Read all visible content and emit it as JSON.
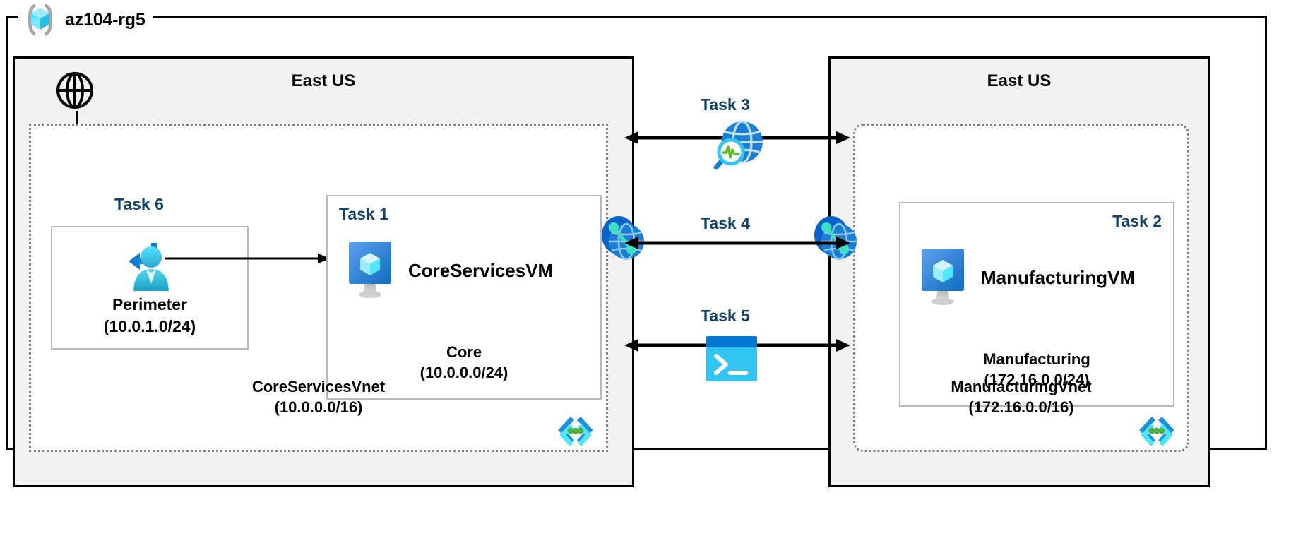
{
  "diagram": {
    "resource_group": {
      "name": "az104-rg5",
      "icon": "resource-group-cube-icon"
    },
    "regions": [
      {
        "id": "left",
        "title": "East US"
      },
      {
        "id": "right",
        "title": "East US"
      }
    ],
    "vnets": [
      {
        "id": "core",
        "name": "CoreServicesVnet",
        "cidr": "(10.0.0.0/16)",
        "corner_icon": "virtual-network-icon"
      },
      {
        "id": "manufacturing",
        "name": "ManufacturingVnet",
        "cidr": "(172.16.0.0/16)",
        "corner_icon": "virtual-network-icon"
      }
    ],
    "subnets": [
      {
        "id": "perimeter",
        "task": "Task 6",
        "name": "Perimeter",
        "cidr": "(10.0.1.0/24)",
        "icon": "bastion-user-icon"
      },
      {
        "id": "core",
        "task": "Task 1",
        "name": "Core",
        "cidr": "(10.0.0.0/24)",
        "vm_name": "CoreServicesVM",
        "icon": "virtual-machine-icon"
      },
      {
        "id": "manufacturing",
        "task": "Task 2",
        "name": "Manufacturing",
        "cidr": "(172.16.0.0/24)",
        "vm_name": "ManufacturingVM",
        "icon": "virtual-machine-icon"
      }
    ],
    "connections": [
      {
        "id": "task3",
        "task": "Task 3",
        "icon": "network-watcher-globe-icon",
        "arrow": "bidirectional"
      },
      {
        "id": "task4",
        "task": "Task 4",
        "icon": "vnet-peering-icon",
        "arrow": "bidirectional"
      },
      {
        "id": "task5",
        "task": "Task 5",
        "icon": "cloud-shell-terminal-icon",
        "arrow": "bidirectional"
      }
    ],
    "internet": {
      "icon": "internet-globe-icon",
      "arrow_target": "perimeter"
    },
    "peering_endpoints": [
      {
        "id": "core-peering",
        "icon": "vnet-peering-icon"
      },
      {
        "id": "manufacturing-peering",
        "icon": "vnet-peering-icon"
      }
    ],
    "colors": {
      "task_label": "#11446e",
      "region_fill": "#f2f2f2",
      "vnet_border": "#808080",
      "subnet_border": "#b8b8b8",
      "frame": "#000000",
      "azure_blue": "#0078d4",
      "cyan": "#32c5f4",
      "green": "#3fa63f"
    }
  }
}
